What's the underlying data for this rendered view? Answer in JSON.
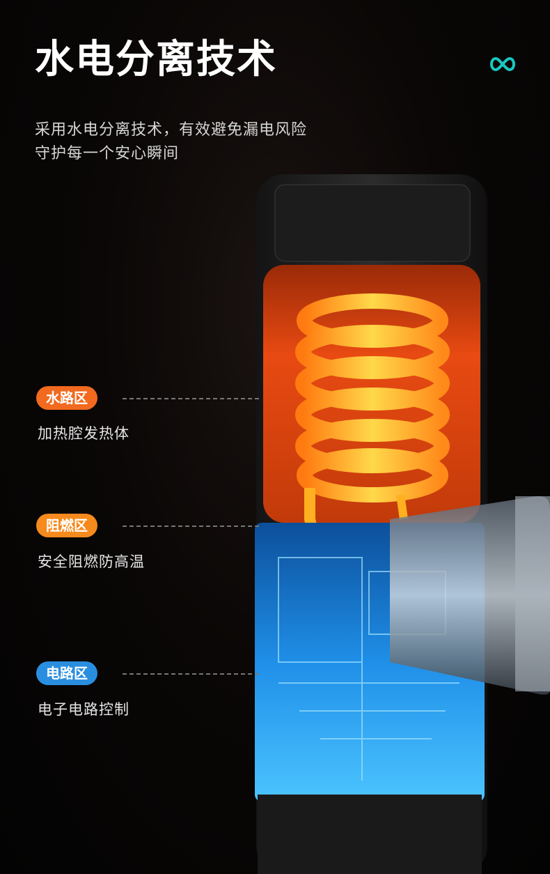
{
  "header": {
    "title": "水电分离技术",
    "subtitle_line1": "采用水电分离技术，有效避免漏电风险",
    "subtitle_line2": "守护每一个安心瞬间",
    "logo_icon": "infinity-icon"
  },
  "zones": [
    {
      "label": "水路区",
      "desc": "加热腔发热体",
      "color": "#f26a1f"
    },
    {
      "label": "阻燃区",
      "desc": "安全阻燃防高温",
      "color": "#f68a1c"
    },
    {
      "label": "电路区",
      "desc": "电子电路控制",
      "color": "#2a8ee0"
    }
  ],
  "colors": {
    "accent": "#19c7c0",
    "heat": "#ff8a1c",
    "electric": "#3ab8ff"
  }
}
